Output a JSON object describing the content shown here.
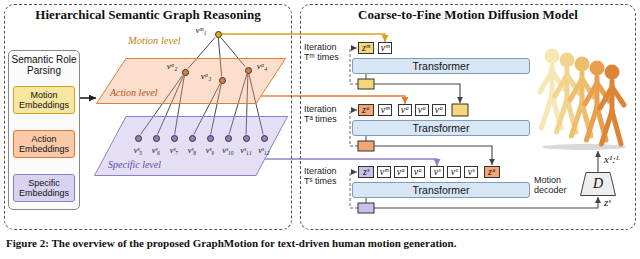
{
  "diagram": {
    "nodes": [
      {
        "text": [
          "Hierarchical Semantic Graph Reasoning"
        ]
      },
      {
        "text": [
          "Semantic Role Parsing"
        ],
        "in": 0
      },
      {
        "text": [
          "Motion Embeddings"
        ],
        "in": 1
      },
      {
        "text": [
          "Action Embeddings"
        ],
        "in": 1
      },
      {
        "text": [
          "Specific Embeddings"
        ],
        "in": 1
      },
      {
        "text": [
          "vᵐ₁"
        ],
        "in": 0
      },
      {
        "text": [
          "Action level"
        ],
        "in": 0
      },
      {
        "text": [
          "vᵃ₂"
        ],
        "in": 6
      },
      {
        "text": [
          "vᵃ₃"
        ],
        "in": 6
      },
      {
        "text": [
          "vᵃ₄"
        ],
        "in": 6
      },
      {
        "text": [
          "Specific level"
        ],
        "in": 0
      },
      {
        "text": [
          "vˢ₅"
        ],
        "in": 10
      },
      {
        "text": [
          "vˢ₆"
        ],
        "in": 10
      },
      {
        "text": [
          "vˢ₇"
        ],
        "in": 10
      },
      {
        "text": [
          "vˢ₈"
        ],
        "in": 10
      },
      {
        "text": [
          "vˢ₉"
        ],
        "in": 10
      },
      {
        "text": [
          "vˢ₁₀"
        ],
        "in": 10
      },
      {
        "text": [
          "vˢ₁₁"
        ],
        "in": 10
      },
      {
        "text": [
          "vˢ₁₂"
        ],
        "in": 10
      },
      {
        "text": [
          "Coarse-to-Fine Motion Diffusion Model"
        ]
      },
      {
        "text": [
          "zᵐ"
        ],
        "in": 19
      },
      {
        "text": [
          "vᵐ"
        ],
        "in": 19
      },
      {
        "text": [
          "Transformer"
        ],
        "in": 19
      },
      {
        "text": [
          "zᵃ"
        ],
        "in": 19
      },
      {
        "text": [
          "vᵐ"
        ],
        "in": 19
      },
      {
        "text": [
          "vᵃ"
        ],
        "in": 19
      },
      {
        "text": [
          "vᵃ"
        ],
        "in": 19
      },
      {
        "text": [
          "vᵃ"
        ],
        "in": 19
      },
      {
        "text": [
          "Transformer"
        ],
        "in": 19
      },
      {
        "text": [
          "zˢ"
        ],
        "in": 19
      },
      {
        "text": [
          "vᵐ"
        ],
        "in": 19
      },
      {
        "text": [
          "vᵃ"
        ],
        "in": 19
      },
      {
        "text": [
          "vᵃ"
        ],
        "in": 19
      },
      {
        "text": [
          "vˢ"
        ],
        "in": 19
      },
      {
        "text": [
          "vˢ"
        ],
        "in": 19
      },
      {
        "text": [
          "vˢ"
        ],
        "in": 19
      },
      {
        "text": [
          "zᵃ"
        ],
        "in": 19
      },
      {
        "text": [
          "Transformer"
        ],
        "in": 19
      },
      {
        "text": [
          "D"
        ],
        "in": 19
      }
    ],
    "edges": [
      {
        "from": 1,
        "to": 6,
        "arrow": "to"
      },
      {
        "from": 5,
        "to": 7,
        "arrow": "none"
      },
      {
        "from": 5,
        "to": 8,
        "arrow": "none"
      },
      {
        "from": 5,
        "to": 9,
        "arrow": "none"
      },
      {
        "from": 7,
        "to": 11,
        "arrow": "none"
      },
      {
        "from": 7,
        "to": 12,
        "arrow": "none"
      },
      {
        "from": 7,
        "to": 13,
        "arrow": "none"
      },
      {
        "from": 8,
        "to": 14,
        "arrow": "none"
      },
      {
        "from": 8,
        "to": 15,
        "arrow": "none"
      },
      {
        "from": 9,
        "to": 16,
        "arrow": "none"
      },
      {
        "from": 9,
        "to": 17,
        "arrow": "none"
      },
      {
        "from": 9,
        "to": 18,
        "arrow": "none"
      },
      {
        "from": 5,
        "to": 21,
        "arrow": "to"
      },
      {
        "from": 6,
        "to": 25,
        "arrow": "to"
      },
      {
        "from": 10,
        "to": 33,
        "arrow": "to"
      }
    ],
    "labels": [
      "Motion level",
      "Iteration Tᵐ times",
      "Iteration Tᵃ times",
      "Iteration Tˢ times",
      "Motion decoder",
      "x¹:ᴸ",
      "zˢ"
    ],
    "caption": "Figure 2: The overview of the proposed GraphMotion for text-driven human motion generation."
  }
}
